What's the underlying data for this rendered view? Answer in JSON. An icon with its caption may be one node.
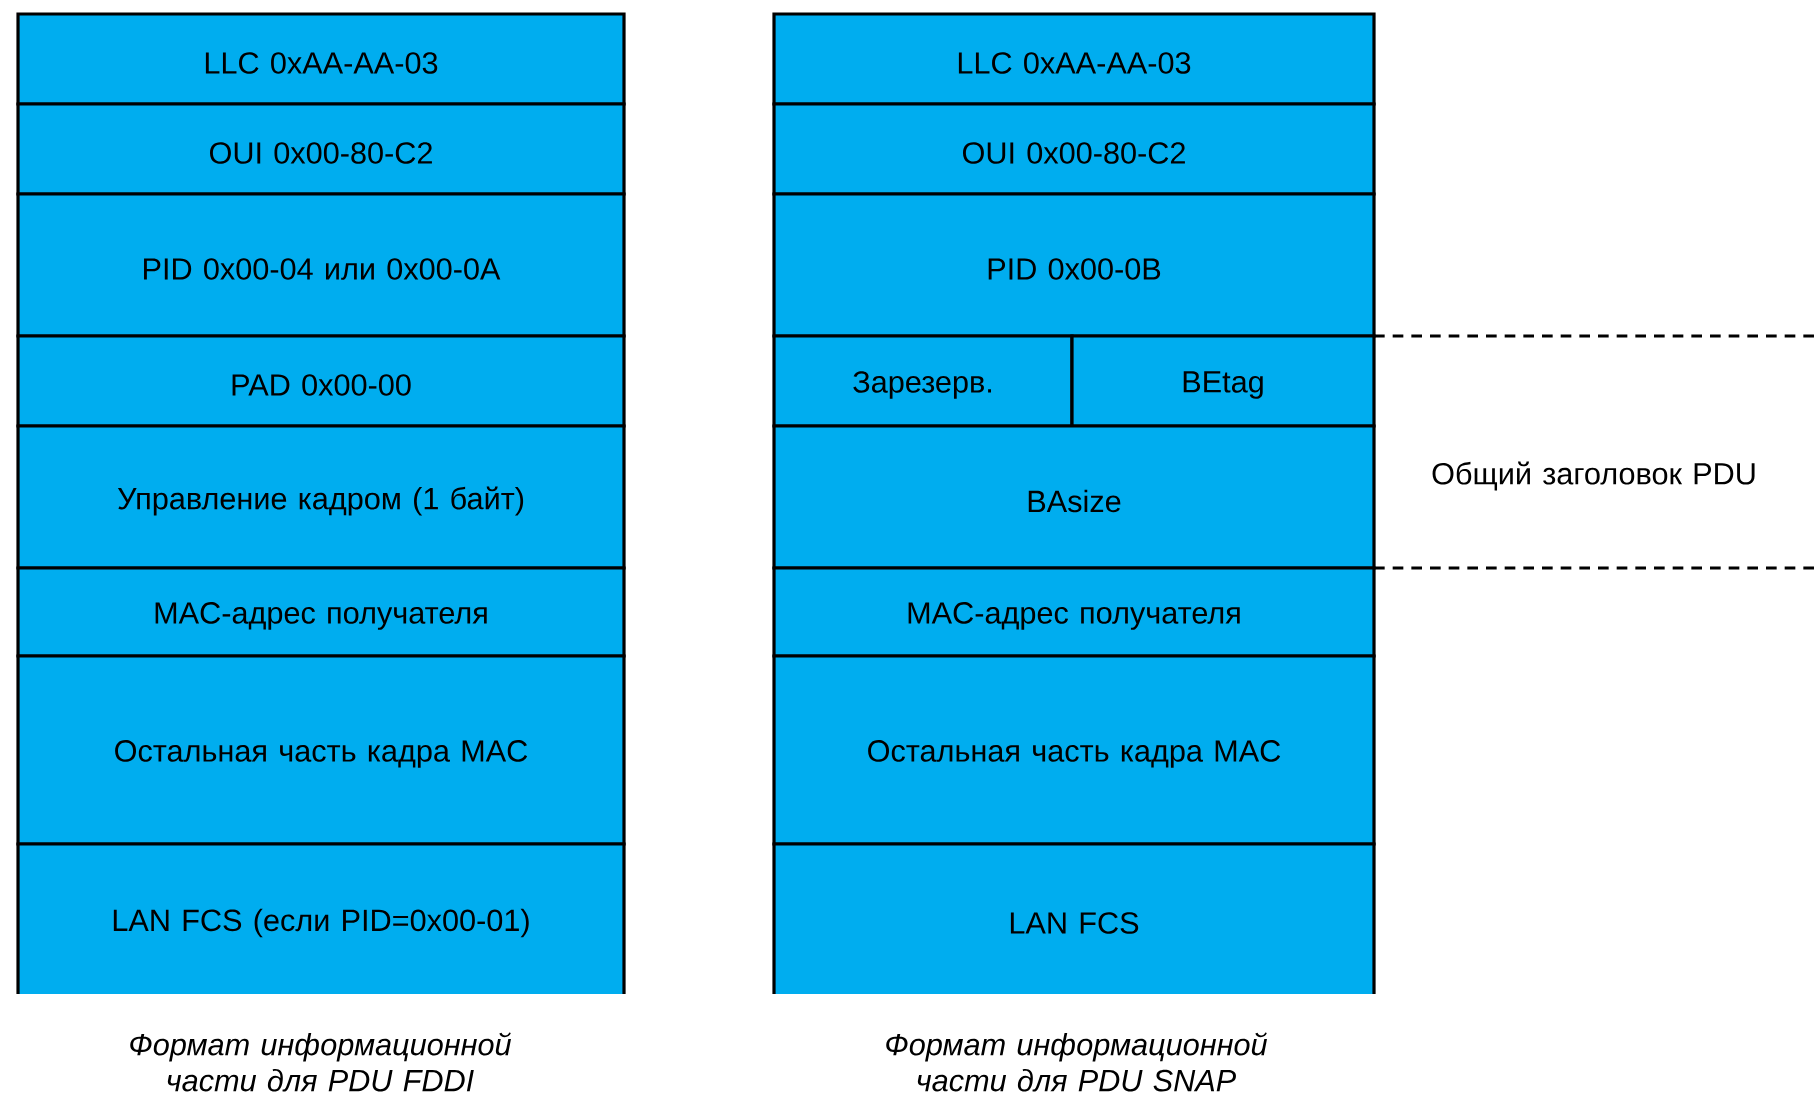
{
  "diagram": {
    "nodes": [
      {
        "text": [
          "LLC 0xAA-AA-03"
        ]
      },
      {
        "text": [
          "OUI 0x00-80-C2"
        ]
      },
      {
        "text": [
          "PID 0x00-04 или 0x00-0A"
        ]
      },
      {
        "text": [
          "PAD 0x00-00"
        ]
      },
      {
        "text": [
          "Управление кадром (1 байт)"
        ]
      },
      {
        "text": [
          "MAC-адрес получателя"
        ]
      },
      {
        "text": [
          "Остальная часть кадра MAC"
        ]
      },
      {
        "text": [
          "LAN FCS (если PID=0x00-01)"
        ]
      },
      {
        "text": [
          "LLC 0xAA-AA-03"
        ]
      },
      {
        "text": [
          "OUI 0x00-80-C2"
        ]
      },
      {
        "text": [
          "PID 0x00-0B"
        ]
      },
      {
        "text": [
          "Зарезерв."
        ]
      },
      {
        "text": [
          "BEtag"
        ]
      },
      {
        "text": [
          "BAsize"
        ]
      },
      {
        "text": [
          "MAC-адрес получателя"
        ]
      },
      {
        "text": [
          "Остальная часть кадра MAC"
        ]
      },
      {
        "text": [
          "LAN FCS"
        ]
      }
    ],
    "labels": [
      "Общий заголовок PDU",
      "Формат информационной части для PDU FDDI",
      "Формат информационной части для PDU SNAP"
    ]
  }
}
